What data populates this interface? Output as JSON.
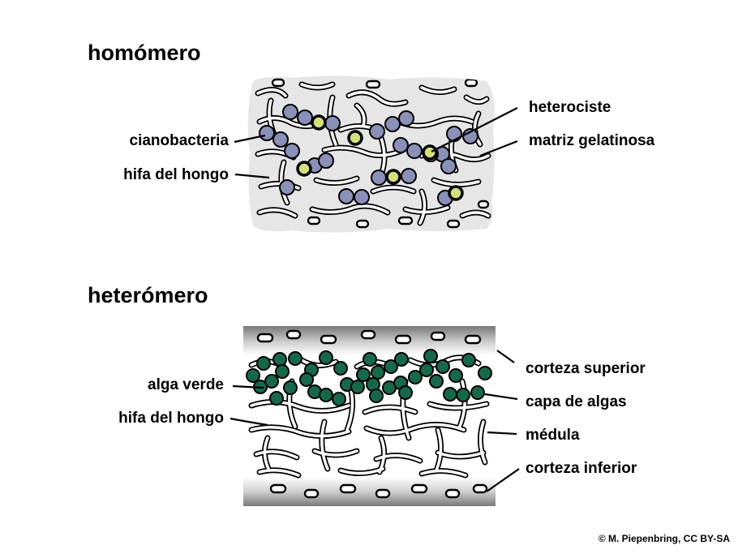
{
  "homomero": {
    "title": "homómero",
    "labels": {
      "cianobacteria": "cianobacteria",
      "hifa": "hifa del hongo",
      "heterociste": "heterociste",
      "matriz": "matriz gelatinosa"
    }
  },
  "heteromero": {
    "title": "heterómero",
    "labels": {
      "alga": "alga verde",
      "hifa": "hifa del hongo",
      "corteza_superior": "corteza superior",
      "capa_algas": "capa de algas",
      "medula": "médula",
      "corteza_inferior": "corteza inferior"
    }
  },
  "credit": "© M. Piepenbring, CC BY-SA",
  "colors": {
    "matrix": "#e6e6e6",
    "cyanobacteria": "#8a90b8",
    "heterocyst": "#d4e07a",
    "green_alga": "#17684a",
    "cortex_dark": "#888888"
  }
}
